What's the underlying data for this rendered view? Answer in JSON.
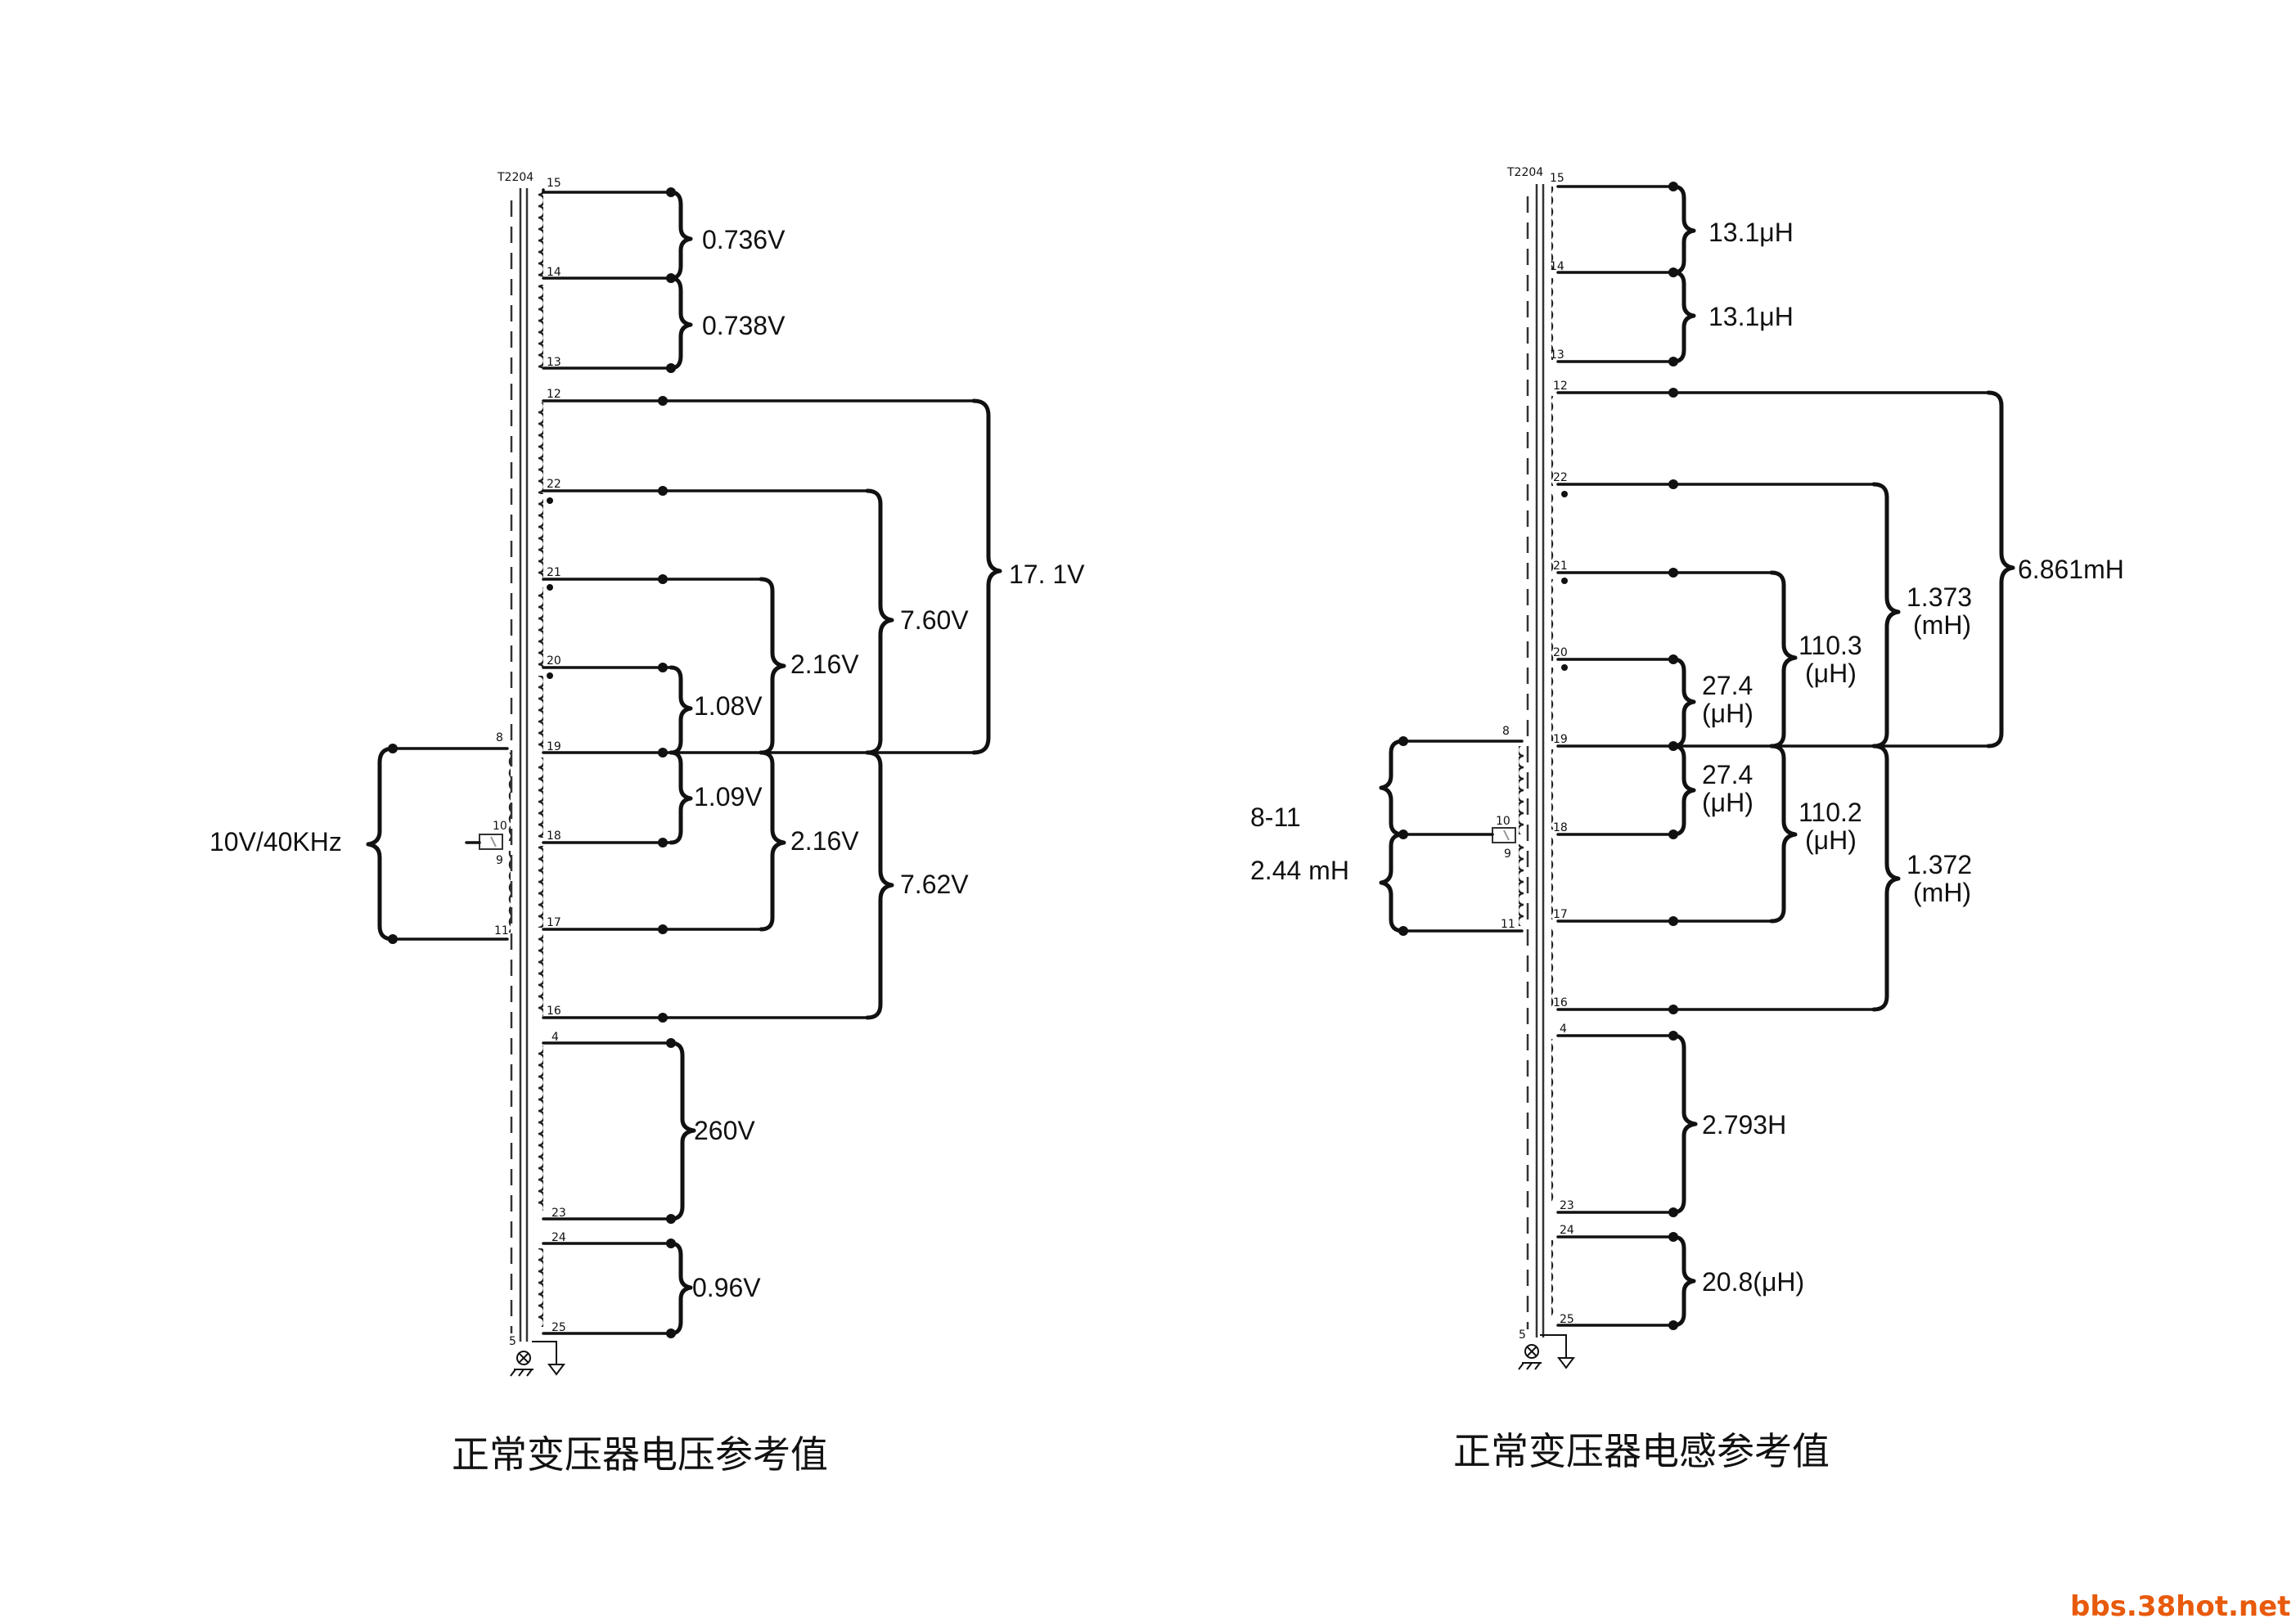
{
  "voltage_diagram": {
    "ref": "T2204",
    "caption": "正常变压器电压参考值",
    "pins": {
      "p15": "15",
      "p14": "14",
      "p13": "13",
      "p12": "12",
      "p22": "22",
      "p21": "21",
      "p20": "20",
      "p19": "19",
      "p18": "18",
      "p17": "17",
      "p16": "16",
      "p4": "4",
      "p23": "23",
      "p24": "24",
      "p25": "25",
      "p8": "8",
      "p10": "10",
      "p9": "9",
      "p11": "11",
      "p5": "5"
    },
    "values": {
      "v15_14": "0.736V",
      "v14_13": "0.738V",
      "v12_19": "17. 1V",
      "v22_19": "7.60V",
      "v21_19": "2.16V",
      "v20_19": "1.08V",
      "v19_18": "1.09V",
      "v19_17": "2.16V",
      "v19_16": "7.62V",
      "v4_23": "260V",
      "v24_25": "0.96V",
      "primary": "10V/40KHz"
    }
  },
  "inductance_diagram": {
    "ref": "T2204",
    "caption": "正常变压器电感参考值",
    "pins": {
      "p15": "15",
      "p14": "14",
      "p13": "13",
      "p12": "12",
      "p22": "22",
      "p21": "21",
      "p20": "20",
      "p19": "19",
      "p18": "18",
      "p17": "17",
      "p16": "16",
      "p4": "4",
      "p23": "23",
      "p24": "24",
      "p25": "25",
      "p8": "8",
      "p10": "10",
      "p9": "9",
      "p11": "11",
      "p5": "5"
    },
    "values": {
      "l15_14": "13.1μH",
      "l14_13": "13.1μH",
      "l12_19": "6.861mH",
      "l22_19_a": "1.373",
      "l22_19_b": "(mH)",
      "l21_19_a": "110.3",
      "l21_19_b": "(μH)",
      "l20_19_a": "27.4",
      "l20_19_b": "(μH)",
      "l19_18_a": "27.4",
      "l19_18_b": "(μH)",
      "l19_17_a": "110.2",
      "l19_17_b": "(μH)",
      "l19_16_a": "1.372",
      "l19_16_b": "(mH)",
      "l4_23": "2.793H",
      "l24_25": "20.8(μH)",
      "primary_a": "8-11",
      "primary_b": "2.44 mH"
    }
  },
  "watermark": "bbs.38hot.net"
}
